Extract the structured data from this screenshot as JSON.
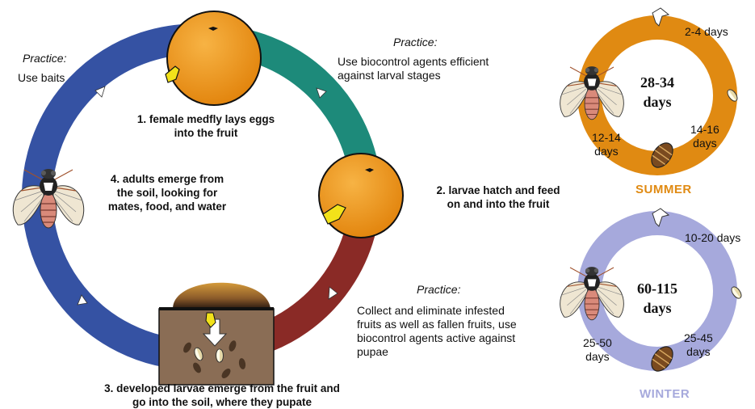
{
  "practices": {
    "baits": {
      "title": "Practice:",
      "text": "Use baits"
    },
    "larval": {
      "title": "Practice:",
      "lines": [
        "Use biocontrol agents efficient",
        "against larval stages"
      ]
    },
    "pupae": {
      "title": "Practice:",
      "lines": [
        "Collect and eliminate infested",
        "fruits as well as fallen fruits, use",
        "biocontrol agents active against",
        "pupae"
      ]
    }
  },
  "stages": {
    "s1": [
      "1. female medfly lays eggs",
      "into the fruit"
    ],
    "s2": [
      "2. larvae hatch and feed",
      "on and into the fruit"
    ],
    "s3": [
      "3. developed larvae emerge from the fruit and",
      "go into the soil, where they pupate"
    ],
    "s4": [
      "4. adults emerge from",
      "the soil, looking for",
      "mates, food, and water"
    ]
  },
  "summer": {
    "label": "SUMMER",
    "total": [
      "28-34",
      "days"
    ],
    "egg": "2-4 days",
    "larva": [
      "14-16",
      "days"
    ],
    "pupa": [
      "12-14",
      "days"
    ],
    "color": "#e08a12"
  },
  "winter": {
    "label": "WINTER",
    "total": [
      "60-115",
      "days"
    ],
    "egg": "10-20 days",
    "larva": [
      "25-45",
      "days"
    ],
    "pupa": [
      "25-50",
      "days"
    ],
    "color": "#a6a9dc"
  },
  "colors": {
    "cycle_blue": "#3552a3",
    "cycle_teal": "#1d8a7a",
    "cycle_red": "#8a2a26",
    "fruit": "#ef9a1e",
    "soil": "#8a6d55"
  }
}
